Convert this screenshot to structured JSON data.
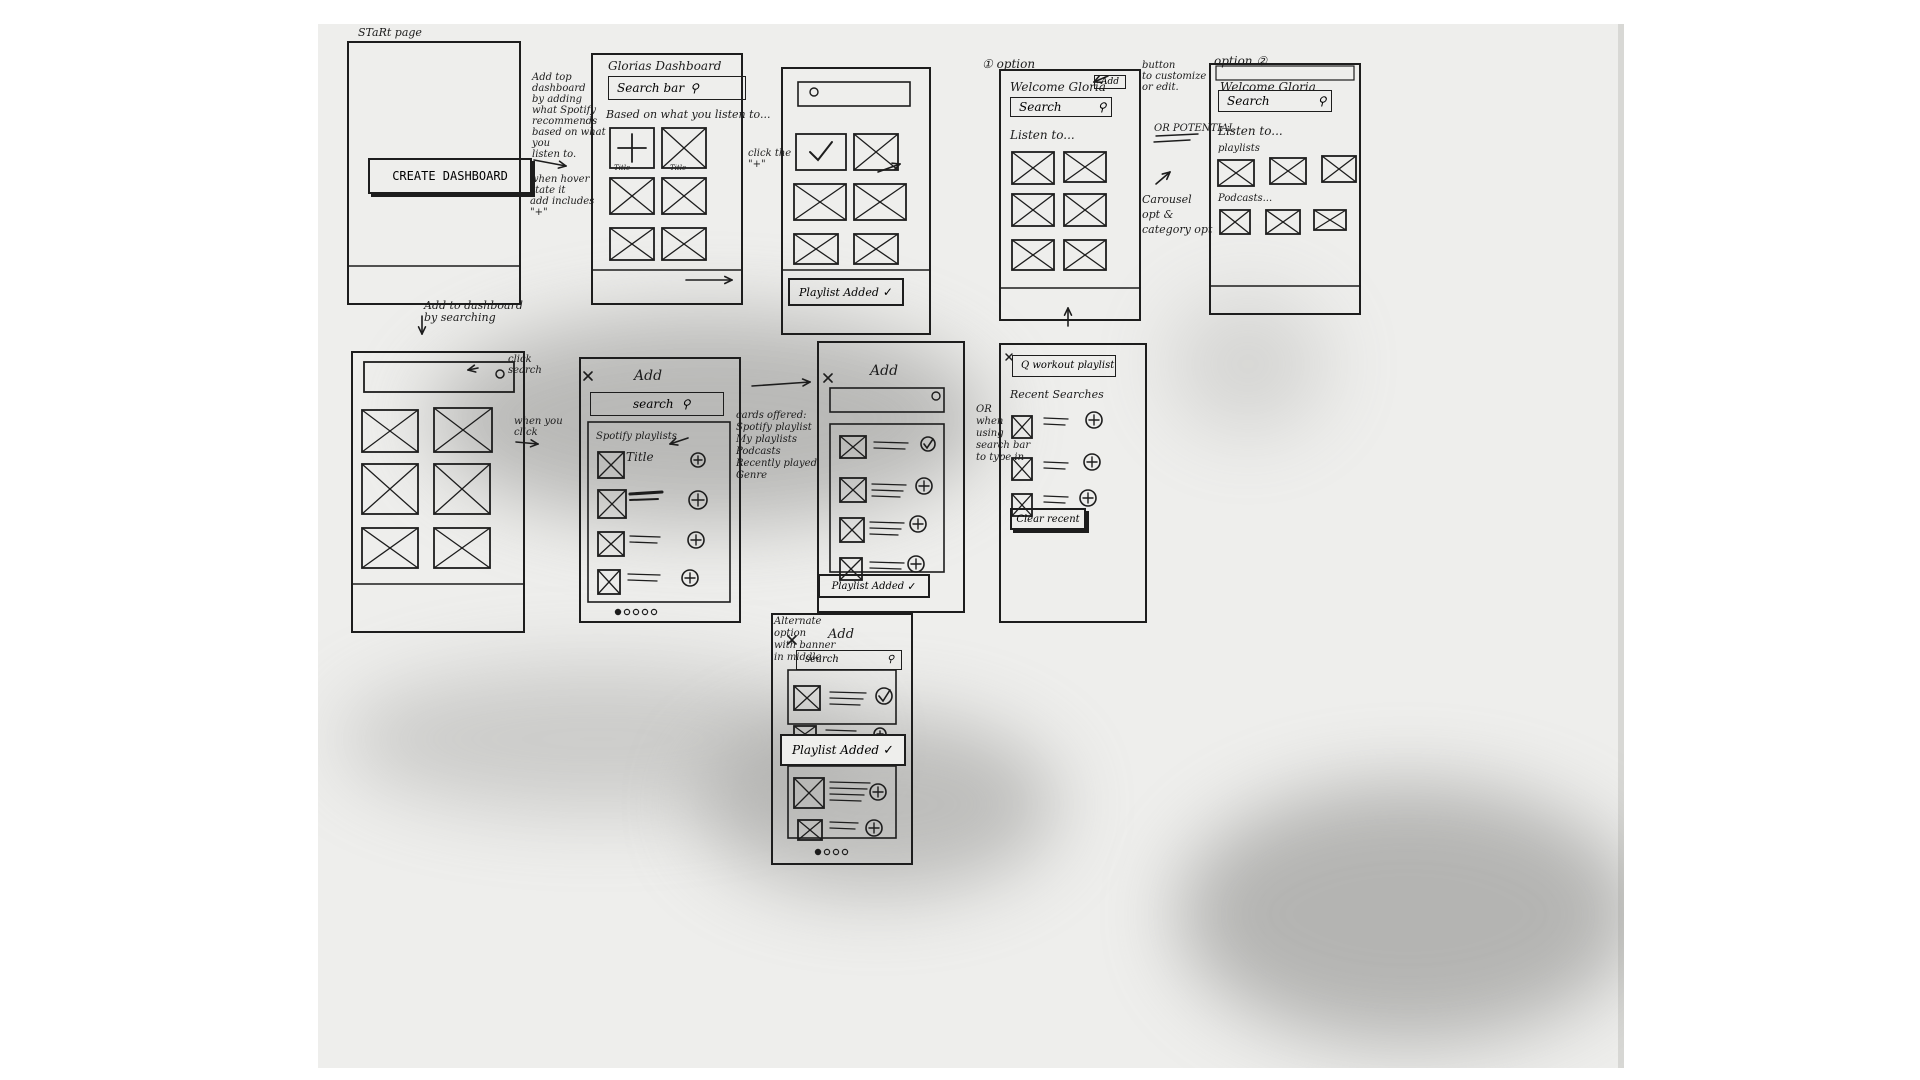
{
  "title": "STaRt page",
  "frames": {
    "start": {
      "button": "CREATE DASHBOARD"
    },
    "dashboard": {
      "title": "Glorias Dashboard",
      "search": "Search bar",
      "subtitle": "Based on what you listen to...",
      "tile_caption": "Title"
    },
    "added": {
      "banner": "Playlist Added"
    },
    "option1": {
      "tag": "① option",
      "welcome": "Welcome Gloria",
      "add_button": "Add",
      "search": "Search",
      "section": "Listen to..."
    },
    "option2": {
      "tag": "option ②",
      "welcome": "Welcome Gloria",
      "search": "Search",
      "section": "Listen to...",
      "playlists": "playlists",
      "podcasts": "Podcasts..."
    },
    "search_entry": {},
    "add_list": {
      "header": "Add",
      "search": "search",
      "cards_label": "Spotify playlists",
      "item_title": "Title"
    },
    "add_checked": {
      "header": "Add",
      "banner": "Playlist Added"
    },
    "recent": {
      "search_value": "Q workout playlist",
      "recent_label": "Recent Searches",
      "clear_button": "Clear recent"
    },
    "alt_banner": {
      "header": "Add",
      "search": "search",
      "banner": "Playlist Added"
    }
  },
  "annotations": {
    "add_to_dashboard": "Add top\ndashboard\nby adding\nwhat Spotify\nrecommends\nbased on what\nyou\nlisten to.",
    "hover_state": "when hover\nstate it\nadd includes\n\"+\"",
    "click_plus": "click the\n\"+\"",
    "button_customize": "button\nto customize\nor edit.",
    "or_potential": "OR POTENTIAL",
    "carousel": "Carousel\nopt &\ncategory opt",
    "add_by_searching": "Add to dashboard\nby searching",
    "click_search": "click\nsearch",
    "when_you_click": "when you\nclick",
    "cards_offered": "cards offered:\nSpotify playlist\nMy playlists\nPodcasts\nRecently played\nGenre",
    "or_search_bar": "OR\nwhen\nusing\nsearch bar\nto type in",
    "alternate_option": "Alternate\noption\nwith banner\nin middle"
  },
  "colors": {
    "paper": "#eeeeec",
    "ink": "#1d1d1d",
    "shadow": "#8e8e8c"
  }
}
